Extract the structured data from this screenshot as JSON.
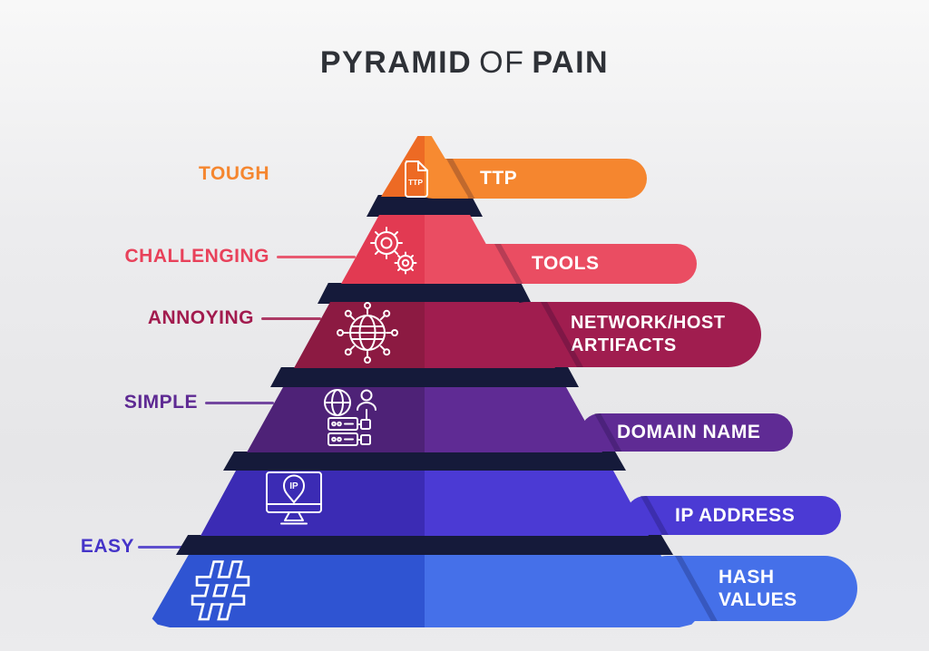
{
  "title": {
    "word1": "PYRAMID",
    "word2": "OF",
    "word3": "PAIN",
    "color": "#2e3137"
  },
  "difficulty_labels": [
    {
      "label": "TOUGH",
      "color": "#f5862f"
    },
    {
      "label": "CHALLENGING",
      "color": "#e8415a"
    },
    {
      "label": "ANNOYING",
      "color": "#a21b4e"
    },
    {
      "label": "SIMPLE",
      "color": "#5e2a93"
    },
    {
      "label": "EASY",
      "color": "#4534c8"
    }
  ],
  "pyramid": {
    "separator_color": "#151a3a",
    "levels": [
      {
        "name": "ttp",
        "banner": "TTP",
        "icon": "document-ttp-icon",
        "icon_text": "TTP",
        "color_dark": "#ed6a24",
        "color_light": "#f5862f"
      },
      {
        "name": "tools",
        "banner": "TOOLS",
        "icon": "gears-icon",
        "color_dark": "#e23a52",
        "color_light": "#ea4d62"
      },
      {
        "name": "network-host-artifacts",
        "banner_line1": "NETWORK/HOST",
        "banner_line2": "ARTIFACTS",
        "icon": "network-globe-icon",
        "color_dark": "#8c1a42",
        "color_light": "#a01d4f"
      },
      {
        "name": "domain-name",
        "banner": "DOMAIN NAME",
        "icon": "globe-server-user-icon",
        "color_dark": "#4e2277",
        "color_light": "#5f2b94"
      },
      {
        "name": "ip-address",
        "banner": "IP ADDRESS",
        "icon": "monitor-ip-pin-icon",
        "icon_text": "IP",
        "color_dark": "#3b2bb4",
        "color_light": "#4b3ad4"
      },
      {
        "name": "hash-values",
        "banner_line1": "HASH",
        "banner_line2": "VALUES",
        "icon": "hash-icon",
        "color_dark": "#2f54d2",
        "color_light": "#4570e9"
      }
    ]
  },
  "background": {
    "top": "#f8f8f8",
    "bottom": "#ebebed"
  }
}
